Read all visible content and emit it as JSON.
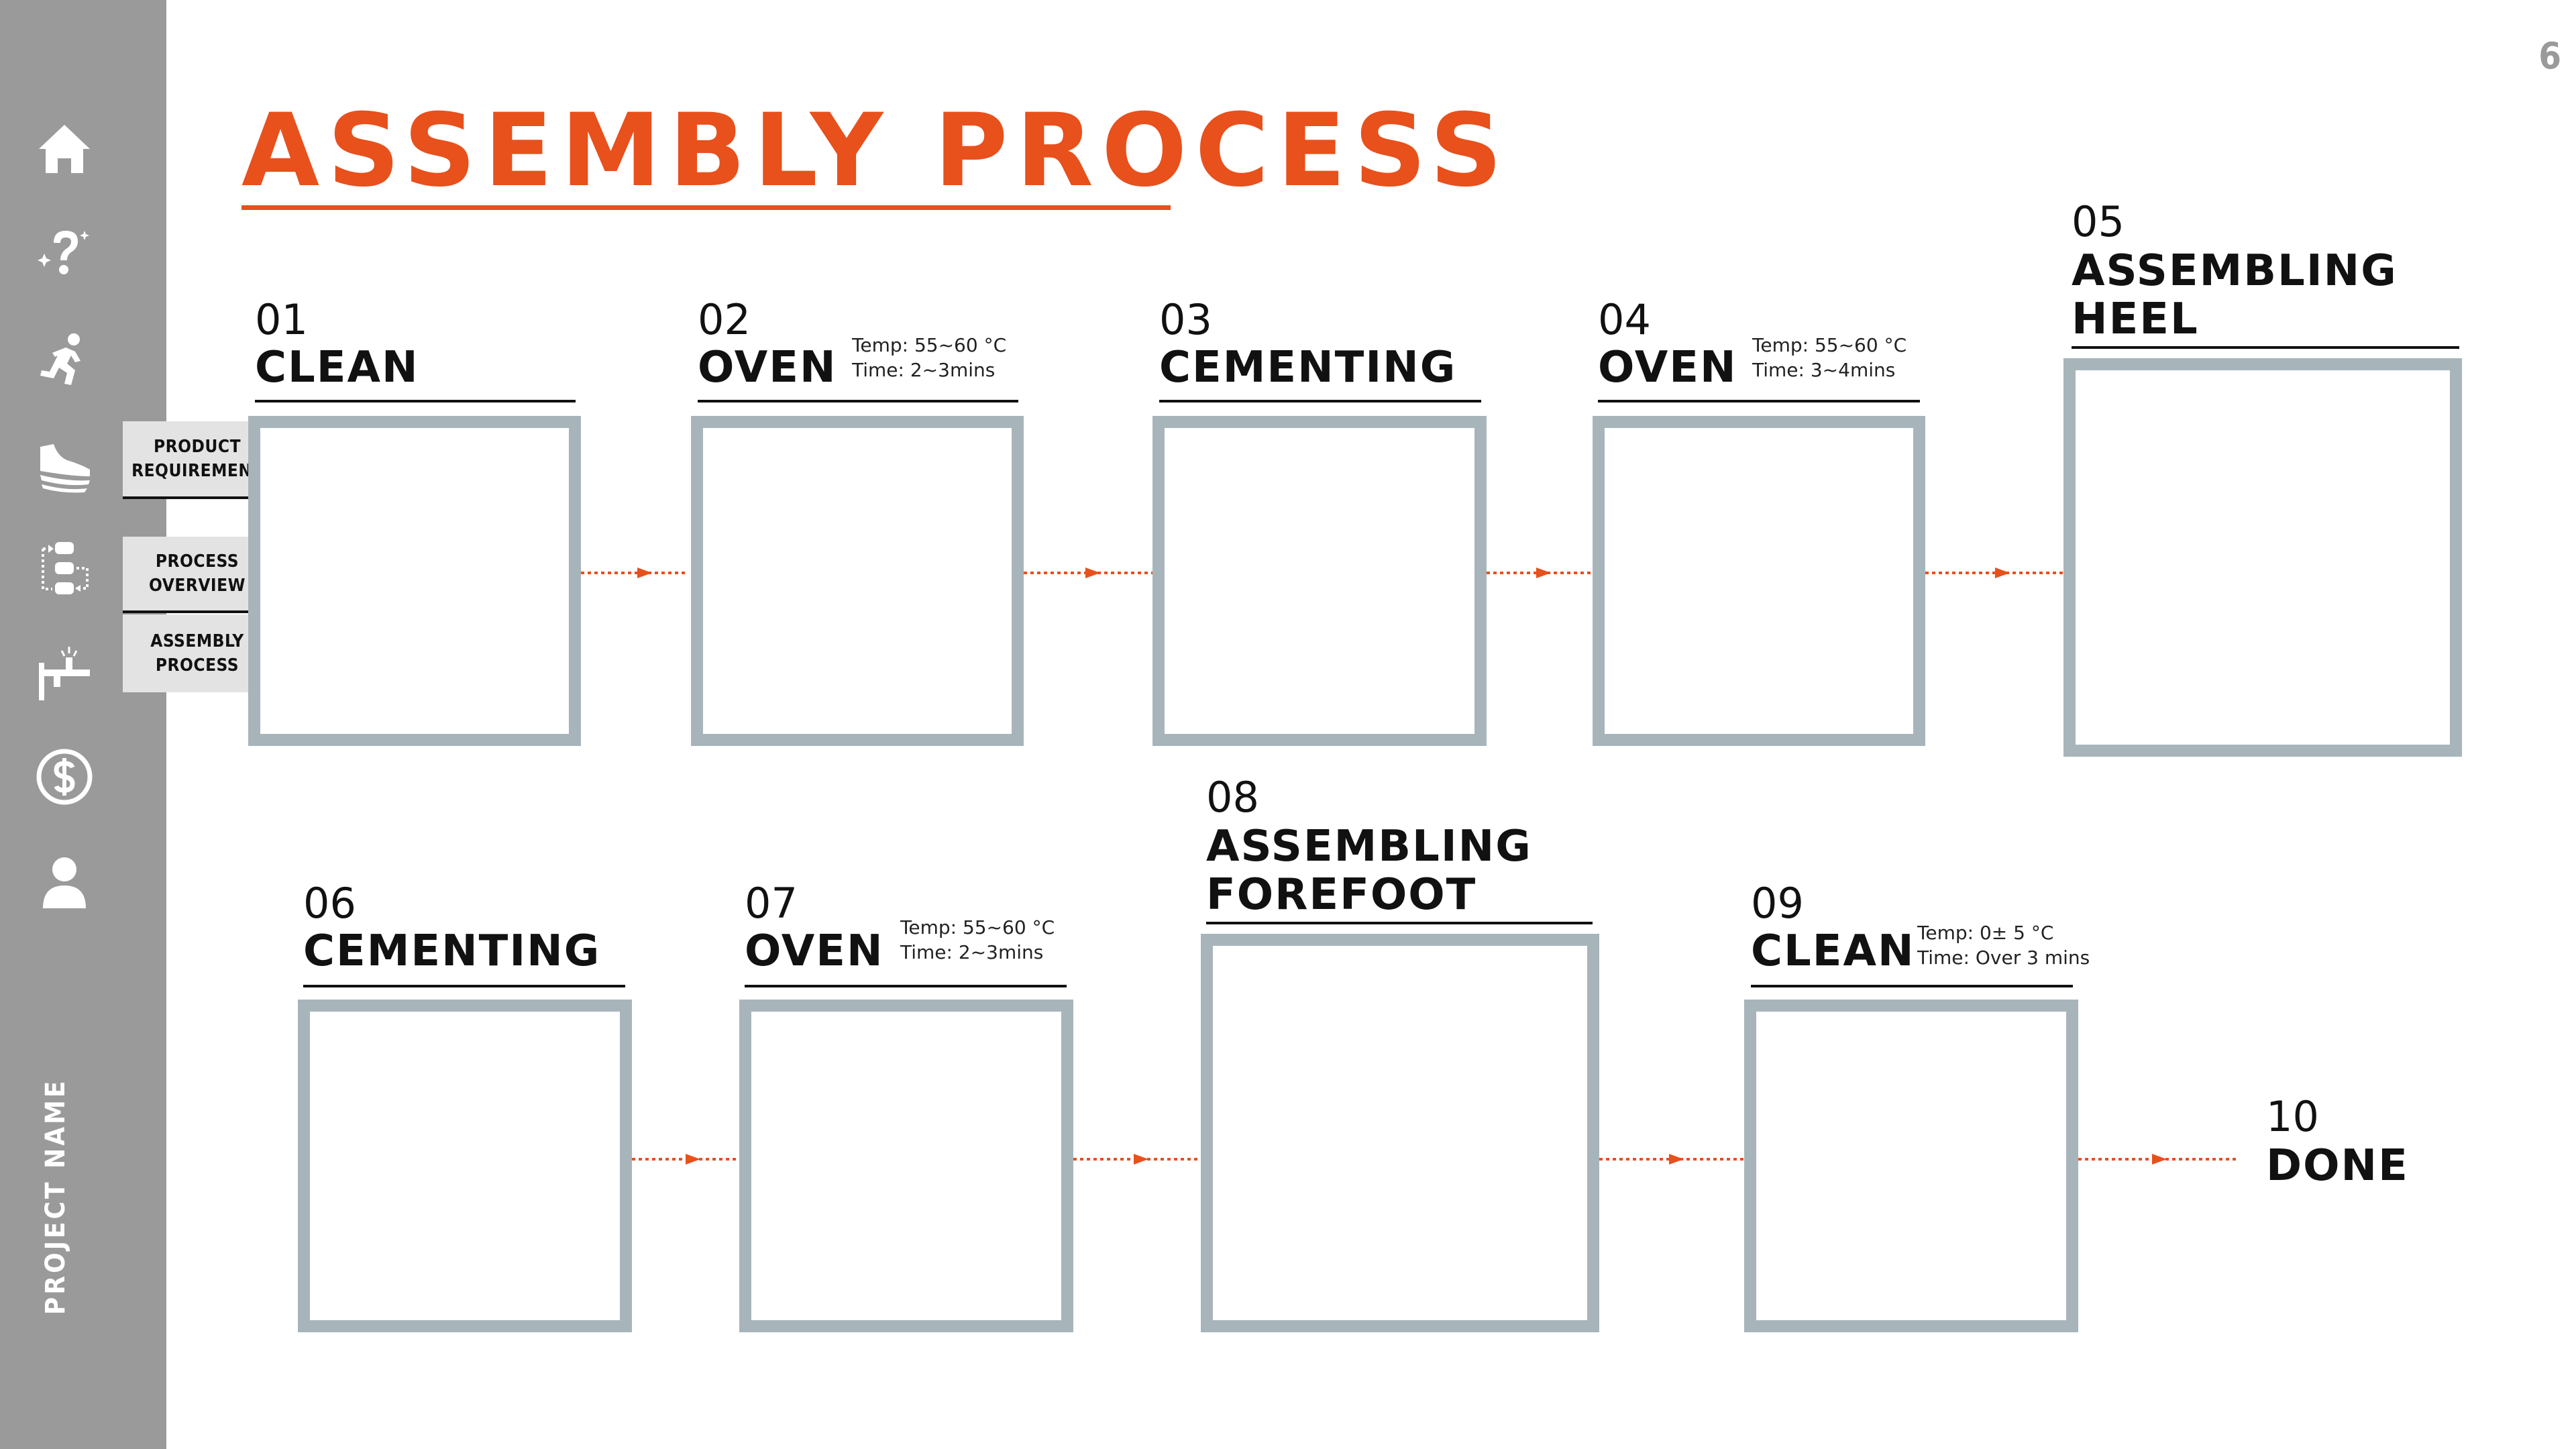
{
  "page": {
    "number": "6",
    "title": "ASSEMBLY PROCESS"
  },
  "sidebar": {
    "project_name": "PROJECT NAME",
    "icons": [
      "home-icon",
      "question-icon",
      "runner-icon",
      "shoe-icon",
      "process-flow-icon",
      "assembly-tool-icon",
      "dollar-icon",
      "user-icon"
    ],
    "subnav": [
      {
        "line1": "PRODUCT",
        "line2": "REQUIREMENT"
      },
      {
        "line1": "PROCESS",
        "line2": "OVERVIEW"
      },
      {
        "line1": "ASSEMBLY",
        "line2": "PROCESS"
      }
    ]
  },
  "colors": {
    "accent": "#e8501c",
    "sidebar": "#9a9a9a",
    "frame": "#a7b5bb",
    "subnav_bg": "#e3e3e3"
  },
  "steps": [
    {
      "num": "01",
      "name": "CLEAN"
    },
    {
      "num": "02",
      "name": "OVEN",
      "temp": "Temp: 55~60 °C",
      "time": "Time:  2~3mins"
    },
    {
      "num": "03",
      "name": "CEMENTING"
    },
    {
      "num": "04",
      "name": "OVEN",
      "temp": "Temp: 55~60 °C",
      "time": "Time: 3~4mins"
    },
    {
      "num": "05",
      "name_line1": "ASSEMBLING",
      "name_line2": "HEEL"
    },
    {
      "num": "06",
      "name": "CEMENTING"
    },
    {
      "num": "07",
      "name": "OVEN",
      "temp": "Temp: 55~60 °C",
      "time": "Time:  2~3mins"
    },
    {
      "num": "08",
      "name_line1": "ASSEMBLING",
      "name_line2": "FOREFOOT"
    },
    {
      "num": "09",
      "name": "CLEAN",
      "temp": "Temp:  0± 5 °C",
      "time": "Time: Over 3 mins"
    },
    {
      "num": "10",
      "name": "DONE"
    }
  ]
}
